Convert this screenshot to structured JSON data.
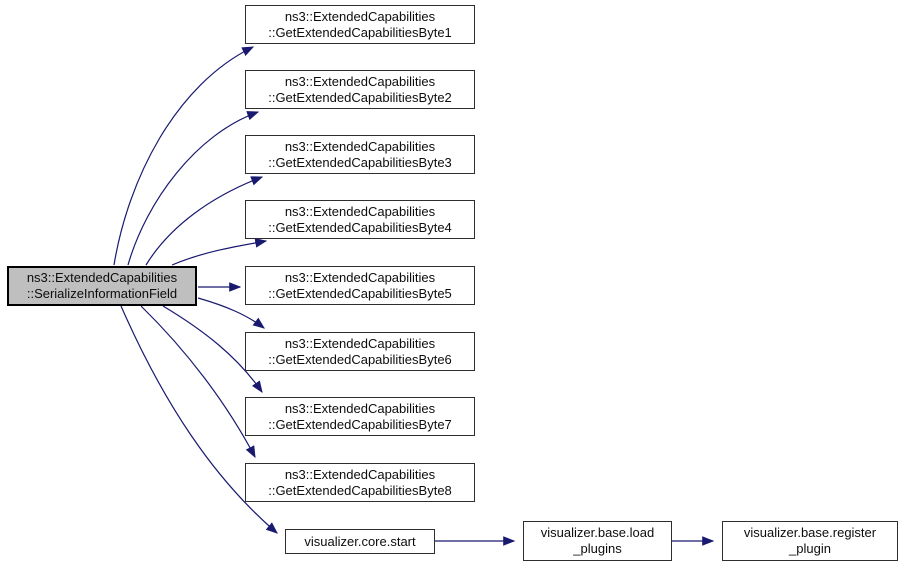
{
  "diagram_type": "doxygen-call-graph",
  "colors": {
    "edge": "#191970",
    "node_fill": "#ffffff",
    "node_border": "#2e2e2e",
    "highlight_node_fill": "#bfbfbf",
    "highlight_node_border": "#000000",
    "background": "#ffffff"
  },
  "nodes": {
    "source": {
      "line1": "ns3::ExtendedCapabilities",
      "line2": "::SerializeInformationField"
    },
    "byte1": {
      "line1": "ns3::ExtendedCapabilities",
      "line2": "::GetExtendedCapabilitiesByte1"
    },
    "byte2": {
      "line1": "ns3::ExtendedCapabilities",
      "line2": "::GetExtendedCapabilitiesByte2"
    },
    "byte3": {
      "line1": "ns3::ExtendedCapabilities",
      "line2": "::GetExtendedCapabilitiesByte3"
    },
    "byte4": {
      "line1": "ns3::ExtendedCapabilities",
      "line2": "::GetExtendedCapabilitiesByte4"
    },
    "byte5": {
      "line1": "ns3::ExtendedCapabilities",
      "line2": "::GetExtendedCapabilitiesByte5"
    },
    "byte6": {
      "line1": "ns3::ExtendedCapabilities",
      "line2": "::GetExtendedCapabilitiesByte6"
    },
    "byte7": {
      "line1": "ns3::ExtendedCapabilities",
      "line2": "::GetExtendedCapabilitiesByte7"
    },
    "byte8": {
      "line1": "ns3::ExtendedCapabilities",
      "line2": "::GetExtendedCapabilitiesByte8"
    },
    "core_start": {
      "label": "visualizer.core.start"
    },
    "load_plugins": {
      "line1": "visualizer.base.load",
      "line2": "_plugins"
    },
    "register_plugin": {
      "line1": "visualizer.base.register",
      "line2": "_plugin"
    }
  },
  "edges": [
    {
      "from": "ns3::ExtendedCapabilities::SerializeInformationField",
      "to": "ns3::ExtendedCapabilities::GetExtendedCapabilitiesByte1"
    },
    {
      "from": "ns3::ExtendedCapabilities::SerializeInformationField",
      "to": "ns3::ExtendedCapabilities::GetExtendedCapabilitiesByte2"
    },
    {
      "from": "ns3::ExtendedCapabilities::SerializeInformationField",
      "to": "ns3::ExtendedCapabilities::GetExtendedCapabilitiesByte3"
    },
    {
      "from": "ns3::ExtendedCapabilities::SerializeInformationField",
      "to": "ns3::ExtendedCapabilities::GetExtendedCapabilitiesByte4"
    },
    {
      "from": "ns3::ExtendedCapabilities::SerializeInformationField",
      "to": "ns3::ExtendedCapabilities::GetExtendedCapabilitiesByte5"
    },
    {
      "from": "ns3::ExtendedCapabilities::SerializeInformationField",
      "to": "ns3::ExtendedCapabilities::GetExtendedCapabilitiesByte6"
    },
    {
      "from": "ns3::ExtendedCapabilities::SerializeInformationField",
      "to": "ns3::ExtendedCapabilities::GetExtendedCapabilitiesByte7"
    },
    {
      "from": "ns3::ExtendedCapabilities::SerializeInformationField",
      "to": "ns3::ExtendedCapabilities::GetExtendedCapabilitiesByte8"
    },
    {
      "from": "ns3::ExtendedCapabilities::SerializeInformationField",
      "to": "visualizer.core.start"
    },
    {
      "from": "visualizer.core.start",
      "to": "visualizer.base.load_plugins"
    },
    {
      "from": "visualizer.base.load_plugins",
      "to": "visualizer.base.register_plugin"
    }
  ]
}
